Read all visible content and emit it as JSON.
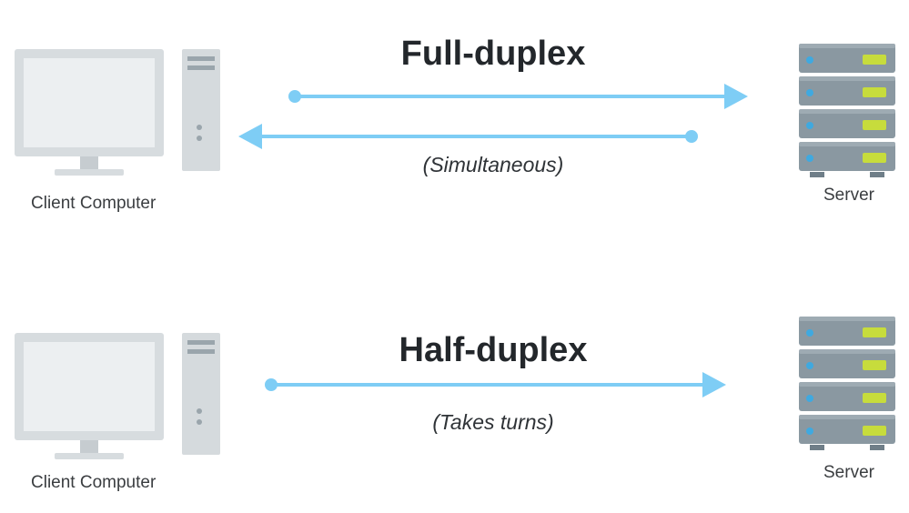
{
  "colors": {
    "arrow": "#7ecdf5",
    "monitor_frame": "#d7dcdf",
    "monitor_screen": "#eceff1",
    "tower": "#d5dadd",
    "server_unit": "#8a98a1",
    "server_unit_dark": "#6f7e88",
    "server_led_blue": "#3fa9e0",
    "server_led_green": "#c7dc3c"
  },
  "full_duplex": {
    "title": "Full-duplex",
    "note": "(Simultaneous)",
    "client_label": "Client Computer",
    "server_label": "Server",
    "arrows": [
      {
        "direction": "client-to-server"
      },
      {
        "direction": "server-to-client"
      }
    ]
  },
  "half_duplex": {
    "title": "Half-duplex",
    "note": "(Takes turns)",
    "client_label": "Client Computer",
    "server_label": "Server",
    "arrows": [
      {
        "direction": "client-to-server"
      }
    ]
  }
}
